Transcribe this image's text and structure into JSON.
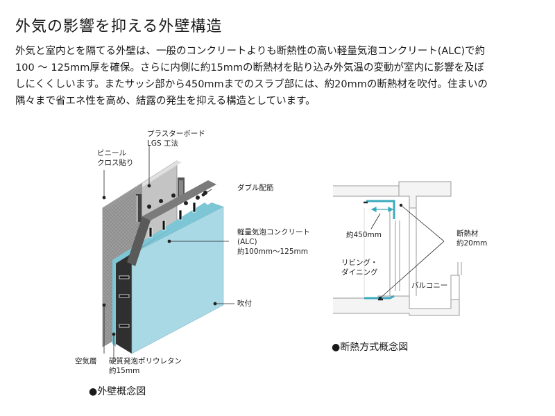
{
  "title": "外気の影響を抑える外壁構造",
  "description_lines": [
    "外気と室内とを隔てる外壁は、一般のコンクリートよりも断熱性の高い軽量気泡コンクリート(ALC)で約",
    "100 〜 125mm厚を確保。さらに内側に約15mmの断熱材を貼り込み外気温の変動が室内に影響を及ぼ",
    "しにくくしいます。またサッシ部から450mmまでのスラブ部には、約20mmの断熱材を吹付。住まいの",
    "隅々まで省エネ性を高め、結露の発生を抑える構造としています。"
  ],
  "wall_diagram": {
    "caption": "●外壁概念図",
    "labels": {
      "plaster_1": "プラスターボード",
      "plaster_2": "LGS 工法",
      "vinyl_1": "ビニール",
      "vinyl_2": "クロス貼り",
      "double_rebar": "ダブル配筋",
      "alc_1": "軽量気泡コンクリート",
      "alc_2": "(ALC)",
      "alc_3": "約100mm〜125mm",
      "spray": "吹付",
      "air_layer": "空気層",
      "urethane_1": "硬質発泡ポリウレタン",
      "urethane_2": "約15mm"
    }
  },
  "insulation_diagram": {
    "caption": "●断熱方式概念図",
    "labels": {
      "dist": "約450mm",
      "insul_1": "断熱材",
      "insul_2": "約20mm",
      "living_1": "リビング・",
      "living_2": "ダイニング",
      "balcony": "バルコニー"
    }
  },
  "colors": {
    "insulation": "#7cc6d6",
    "alc_face": "#a9d9e4",
    "concrete": "#5a5a5a",
    "gray_panel": "#b8b8b8",
    "accent_line": "#3aa9bd"
  }
}
